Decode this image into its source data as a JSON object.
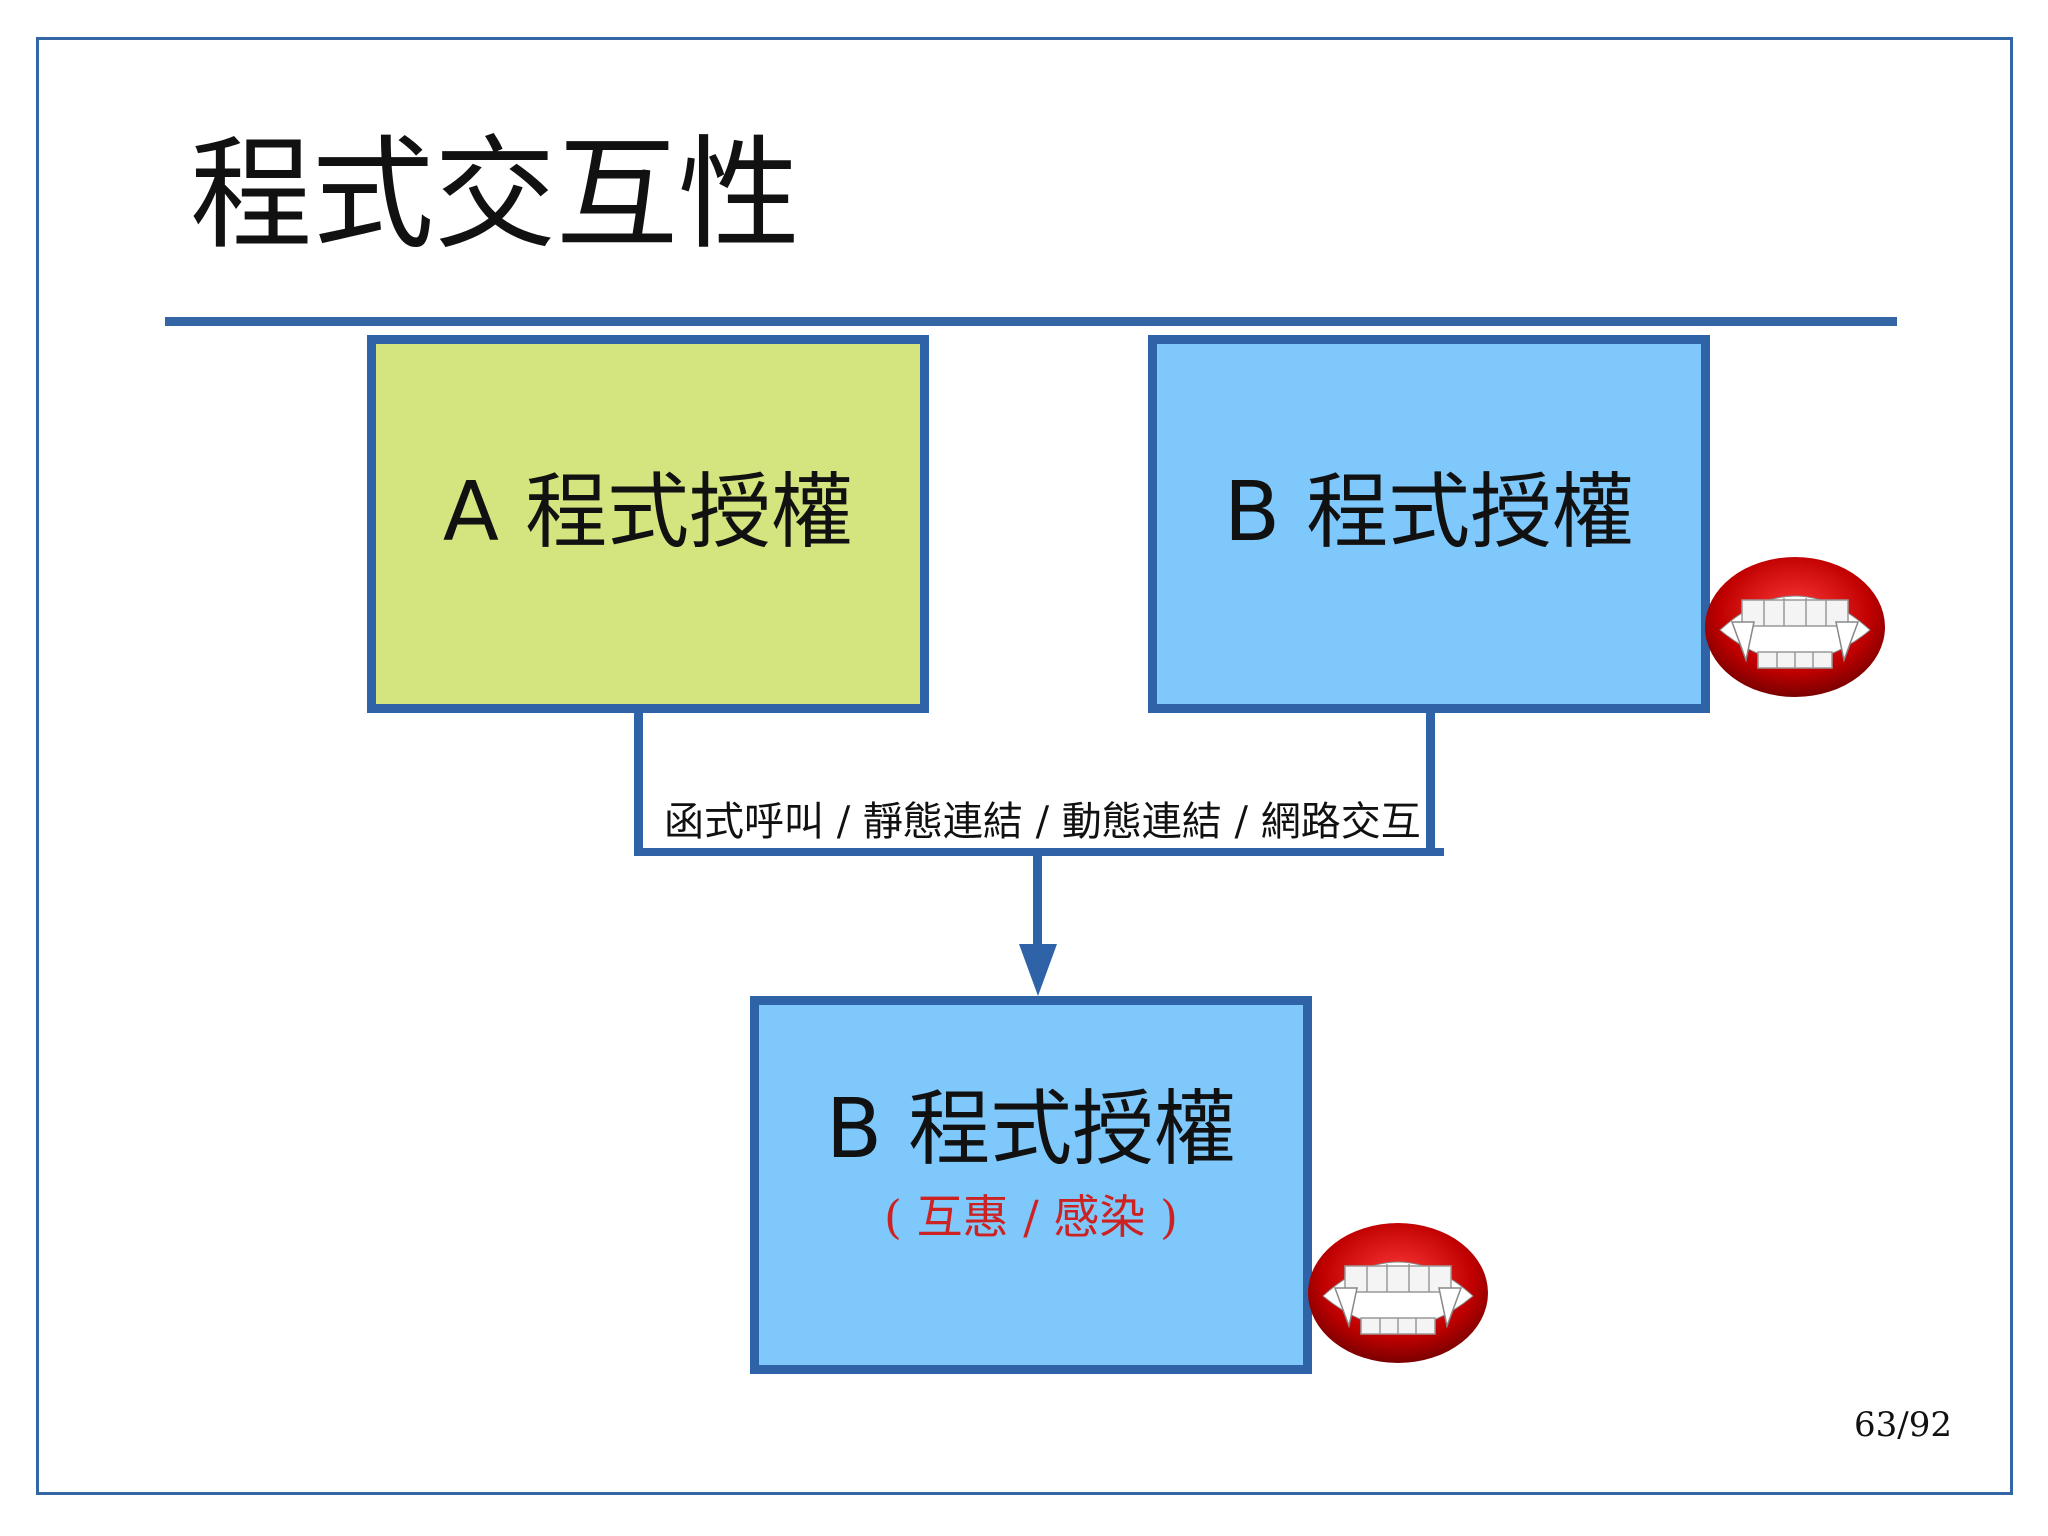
{
  "slide": {
    "title": "程式交互性",
    "page_number": "63/92"
  },
  "boxes": {
    "a": {
      "label": "A 程式授權",
      "color": "#d4e57f"
    },
    "b": {
      "label": "B 程式授權",
      "color": "#7fc8fb"
    },
    "result": {
      "label": "B 程式授權",
      "sublabel": "( 互惠 / 感染 )",
      "color": "#7fc8fb",
      "sublabel_color": "#cc2222"
    }
  },
  "connector": {
    "label": "函式呼叫 / 靜態連結 / 動態連結 / 網路交互",
    "color": "#2f63a8"
  },
  "icons": [
    "vampire-mouth-icon",
    "vampire-mouth-icon"
  ]
}
